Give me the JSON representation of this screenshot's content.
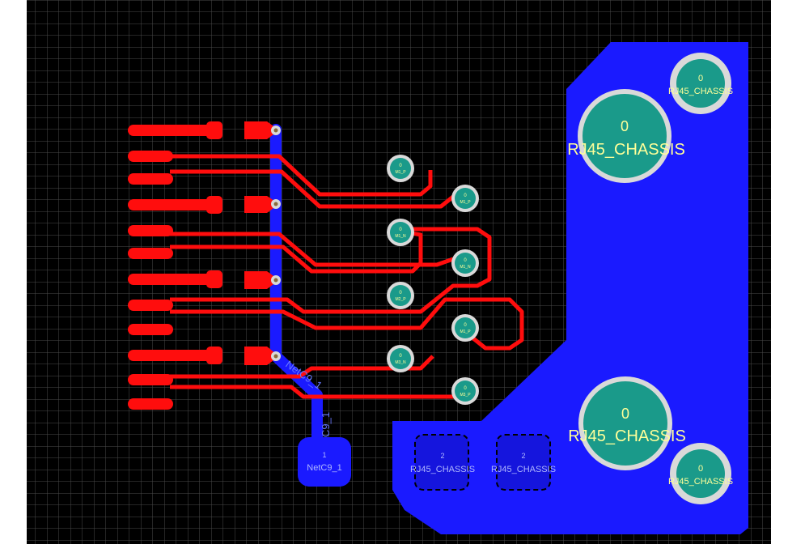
{
  "colors": {
    "background": "#000000",
    "grid": "#4a4a4a",
    "top_copper": "#ff0d0d",
    "bottom_copper": "#1a1aff",
    "via_ring": "#d9d9d9",
    "via_drill": "#1a9a8a",
    "pad_text": "#ffff99"
  },
  "trace": {
    "net_label": "NetC9_1",
    "pad_designator": "C9_1"
  },
  "testpoint": {
    "number": "1",
    "net": "NetC9_1"
  },
  "chassis_holes": [
    {
      "id": "hole-top-right",
      "number": "0",
      "net": "RJ45_CHASSIS"
    },
    {
      "id": "hole-top-left-large",
      "number": "0",
      "net": "RJ45_CHASSIS"
    },
    {
      "id": "hole-bottom-left-large",
      "number": "0",
      "net": "RJ45_CHASSIS"
    },
    {
      "id": "hole-bottom-right",
      "number": "0",
      "net": "RJ45_CHASSIS"
    }
  ],
  "chassis_pads": [
    {
      "id": "pad-left",
      "number": "2",
      "net": "RJ45_CHASSIS"
    },
    {
      "id": "pad-right",
      "number": "2",
      "net": "RJ45_CHASSIS"
    }
  ],
  "vias": [
    {
      "id": "via-1",
      "number": "0",
      "net": "M1_P"
    },
    {
      "id": "via-2",
      "number": "0",
      "net": "M1_P"
    },
    {
      "id": "via-3",
      "number": "0",
      "net": "M1_N"
    },
    {
      "id": "via-4",
      "number": "0",
      "net": "M1_N"
    },
    {
      "id": "via-5",
      "number": "0",
      "net": "M2_P"
    },
    {
      "id": "via-6",
      "number": "0",
      "net": "M1_P"
    },
    {
      "id": "via-7",
      "number": "0",
      "net": "M3_N"
    },
    {
      "id": "via-8",
      "number": "0",
      "net": "M3_P"
    }
  ]
}
